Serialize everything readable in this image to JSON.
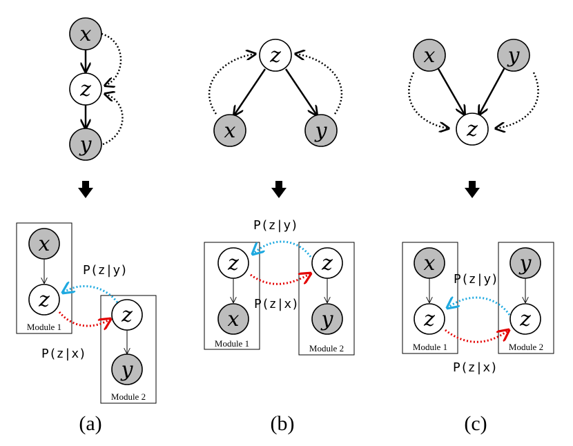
{
  "vars": {
    "x": "x",
    "y": "y",
    "z": "z"
  },
  "modules": {
    "m1": "Module 1",
    "m2": "Module 2"
  },
  "probs": {
    "z_given_y": "P(z|y)",
    "z_given_x": "P(z|x)"
  },
  "captions": {
    "a": "(a)",
    "b": "(b)",
    "c": "(c)"
  },
  "colors": {
    "shaded_node": "#bdbdbd",
    "red_arrow": "#e30000",
    "blue_arrow": "#1ea9e0"
  }
}
